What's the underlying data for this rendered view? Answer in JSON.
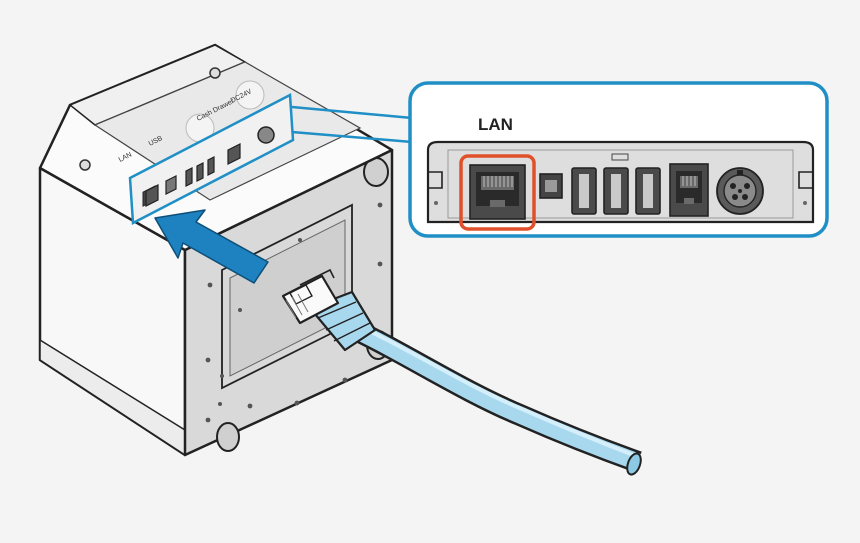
{
  "callout": {
    "port_label": "LAN"
  },
  "printer_panel": {
    "labels": [
      "LAN",
      "USB",
      "Cash Drawer",
      "DC24V"
    ]
  },
  "colors": {
    "callout_border": "#1f8fc6",
    "highlight": "#e0502a",
    "arrow": "#1d82bf",
    "cable": "#a8d8ee",
    "cable_outline": "#222222",
    "printer_body": "#f7f7f7",
    "printer_side": "#d8d8d8",
    "background": "#f4f4f4"
  },
  "icons": [
    "arrow-icon",
    "lan-port-icon",
    "usb-b-port-icon",
    "usb-a-port-icon",
    "rj11-port-icon",
    "dc-jack-icon"
  ]
}
